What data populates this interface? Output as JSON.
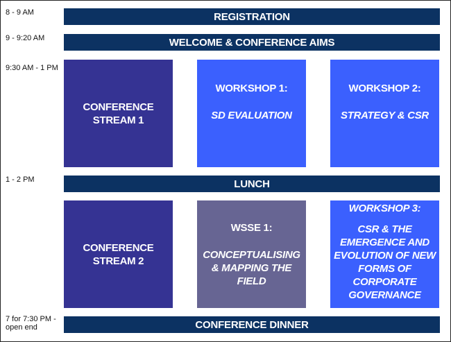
{
  "times": [
    "8 - 9 AM",
    "9 - 9:20 AM",
    "9:30 AM - 1 PM",
    "1 - 2 PM",
    "7 for 7:30 PM -",
    "open end"
  ],
  "bars": {
    "registration": "REGISTRATION",
    "welcome": "WELCOME & CONFERENCE AIMS",
    "lunch": "LUNCH",
    "dinner": "CONFERENCE DINNER"
  },
  "morning": {
    "stream": [
      "CONFERENCE",
      "STREAM 1"
    ],
    "workshop1": {
      "title": "WORKSHOP 1:",
      "topic": "SD EVALUATION"
    },
    "workshop2": {
      "title": "WORKSHOP 2:",
      "topic": "STRATEGY & CSR"
    }
  },
  "afternoon": {
    "stream": [
      "CONFERENCE",
      "STREAM 2"
    ],
    "wsse1": {
      "title": "WSSE 1:",
      "topic": [
        "CONCEPTUALISING",
        "& MAPPING THE",
        "FIELD"
      ]
    },
    "workshop3": {
      "title": "WORKSHOP 3:",
      "topic": [
        "CSR & THE",
        "EMERGENCE AND",
        "EVOLUTION OF NEW",
        "FORMS OF",
        "CORPORATE",
        "GOVERNANCE"
      ]
    }
  },
  "colors": {
    "navy": "#0c3262",
    "stream": "#353393",
    "workshop": "#3b60fe",
    "wsse": "#676593"
  }
}
